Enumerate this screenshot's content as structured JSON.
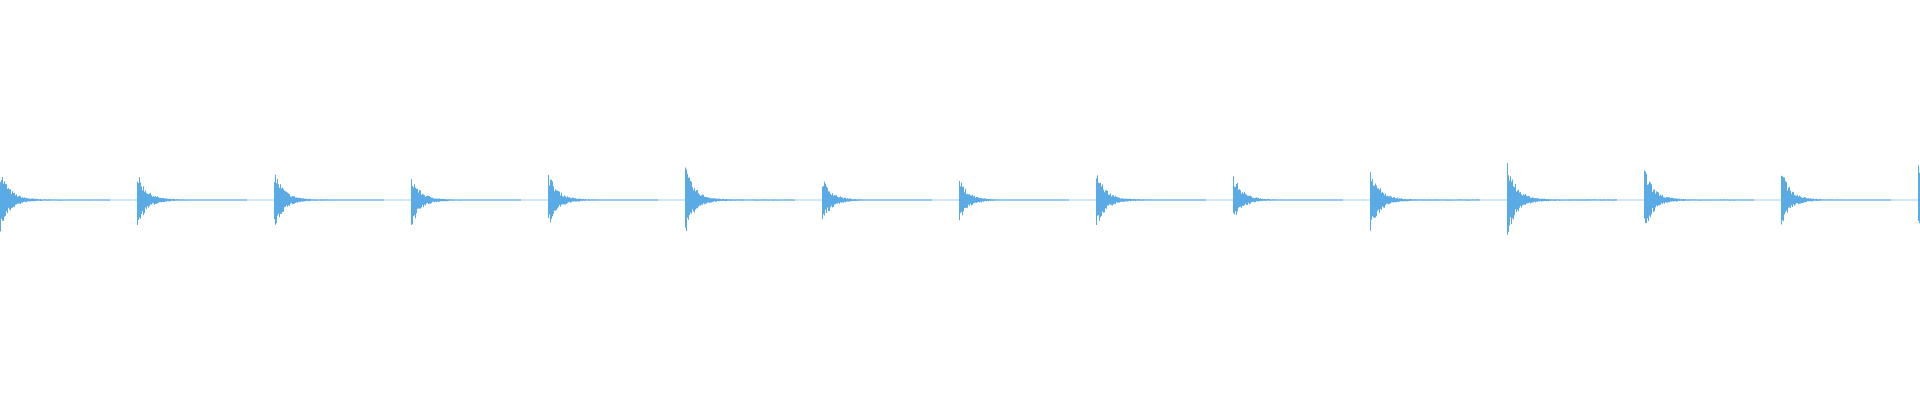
{
  "chart_data": {
    "type": "waveform",
    "title": "",
    "color": "#5aaae6",
    "background": "#ffffff",
    "axes_visible": false,
    "grid": false,
    "amplitude_range": [
      -1,
      1
    ],
    "transients": [
      {
        "index": 0,
        "peak_pos": 0.8,
        "peak_neg": 0.8
      },
      {
        "index": 1,
        "peak_pos": 0.7,
        "peak_neg": 0.72
      },
      {
        "index": 2,
        "peak_pos": 0.78,
        "peak_neg": 0.76
      },
      {
        "index": 3,
        "peak_pos": 0.62,
        "peak_neg": 0.7
      },
      {
        "index": 4,
        "peak_pos": 0.72,
        "peak_neg": 0.7
      },
      {
        "index": 5,
        "peak_pos": 0.86,
        "peak_neg": 0.86
      },
      {
        "index": 6,
        "peak_pos": 0.58,
        "peak_neg": 0.58
      },
      {
        "index": 7,
        "peak_pos": 0.54,
        "peak_neg": 0.52
      },
      {
        "index": 8,
        "peak_pos": 0.76,
        "peak_neg": 0.74
      },
      {
        "index": 9,
        "peak_pos": 0.66,
        "peak_neg": 0.56
      },
      {
        "index": 10,
        "peak_pos": 0.86,
        "peak_neg": 0.84
      },
      {
        "index": 11,
        "peak_pos": 0.96,
        "peak_neg": 0.96
      },
      {
        "index": 12,
        "peak_pos": 0.84,
        "peak_neg": 0.82
      },
      {
        "index": 13,
        "peak_pos": 0.78,
        "peak_neg": 0.66
      },
      {
        "index": 14,
        "peak_pos": 0.9,
        "peak_neg": 0.9
      }
    ]
  }
}
